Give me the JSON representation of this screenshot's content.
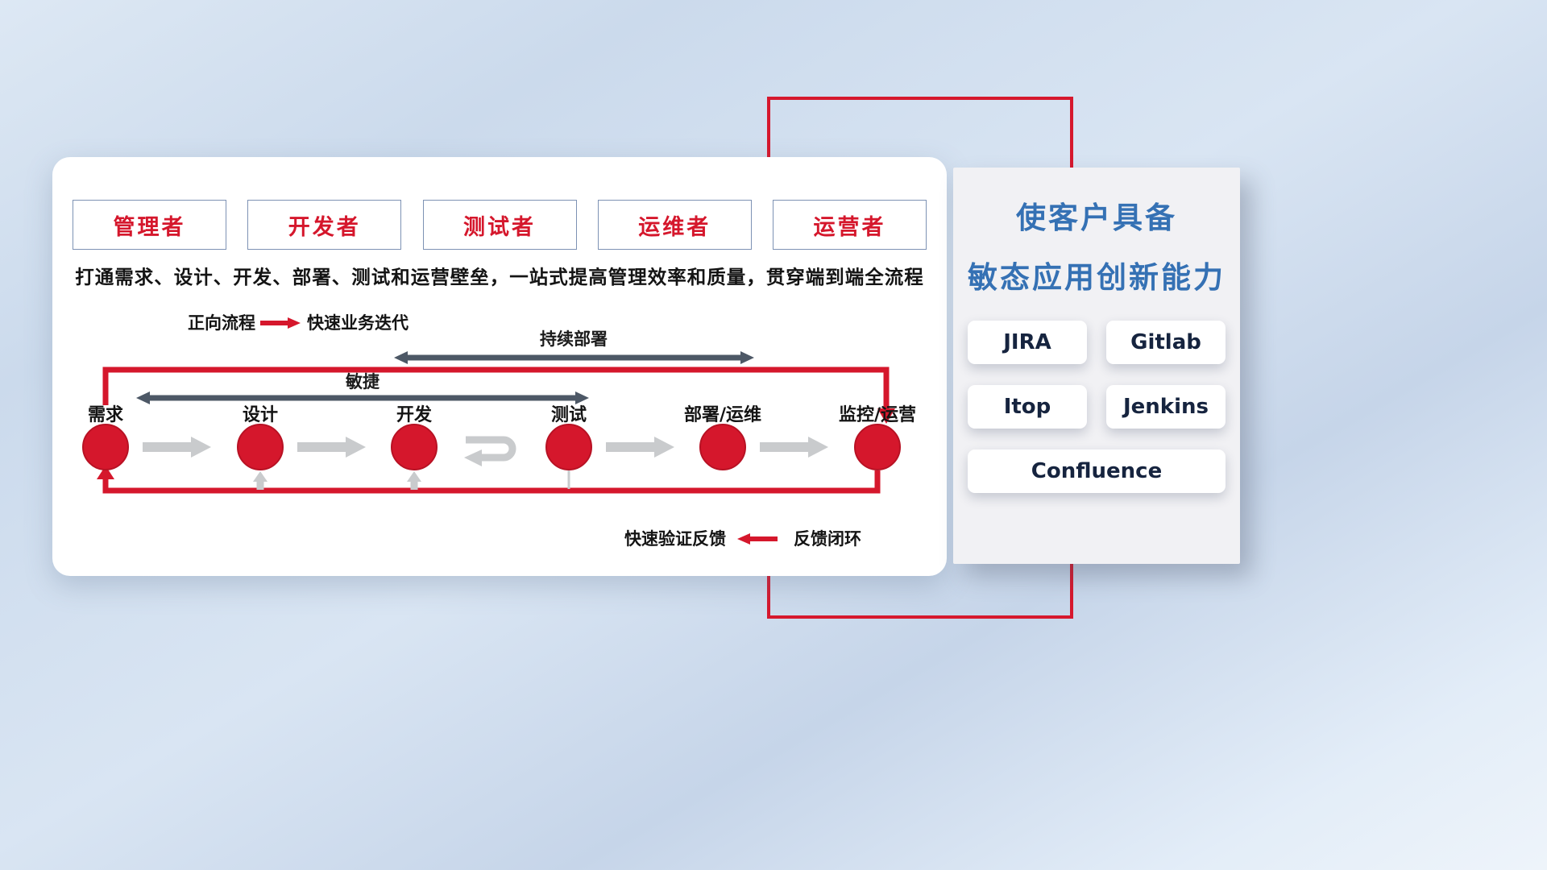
{
  "roles": [
    "管理者",
    "开发者",
    "测试者",
    "运维者",
    "运营者"
  ],
  "description": "打通需求、设计、开发、部署、测试和运营壁垒，一站式提高管理效率和质量，贯穿端到端全流程",
  "legend": {
    "forward_label": "正向流程",
    "forward_value": "快速业务迭代",
    "feedback_value": "快速验证反馈",
    "feedback_label": "反馈闭环"
  },
  "flow": {
    "continuous_deploy": "持续部署",
    "agile": "敏捷",
    "stages": [
      "需求",
      "设计",
      "开发",
      "测试",
      "部署/运维",
      "监控/运营"
    ]
  },
  "panel": {
    "title_line1": "使客户具备",
    "title_line2": "敏态应用创新能力",
    "tools": [
      "JIRA",
      "Gitlab",
      "Itop",
      "Jenkins",
      "Confluence"
    ]
  },
  "colors": {
    "accent_red": "#d5172c",
    "title_blue": "#3571b4",
    "dark_arrow": "#4d5866",
    "gray_arrow": "#c9cbcd"
  }
}
